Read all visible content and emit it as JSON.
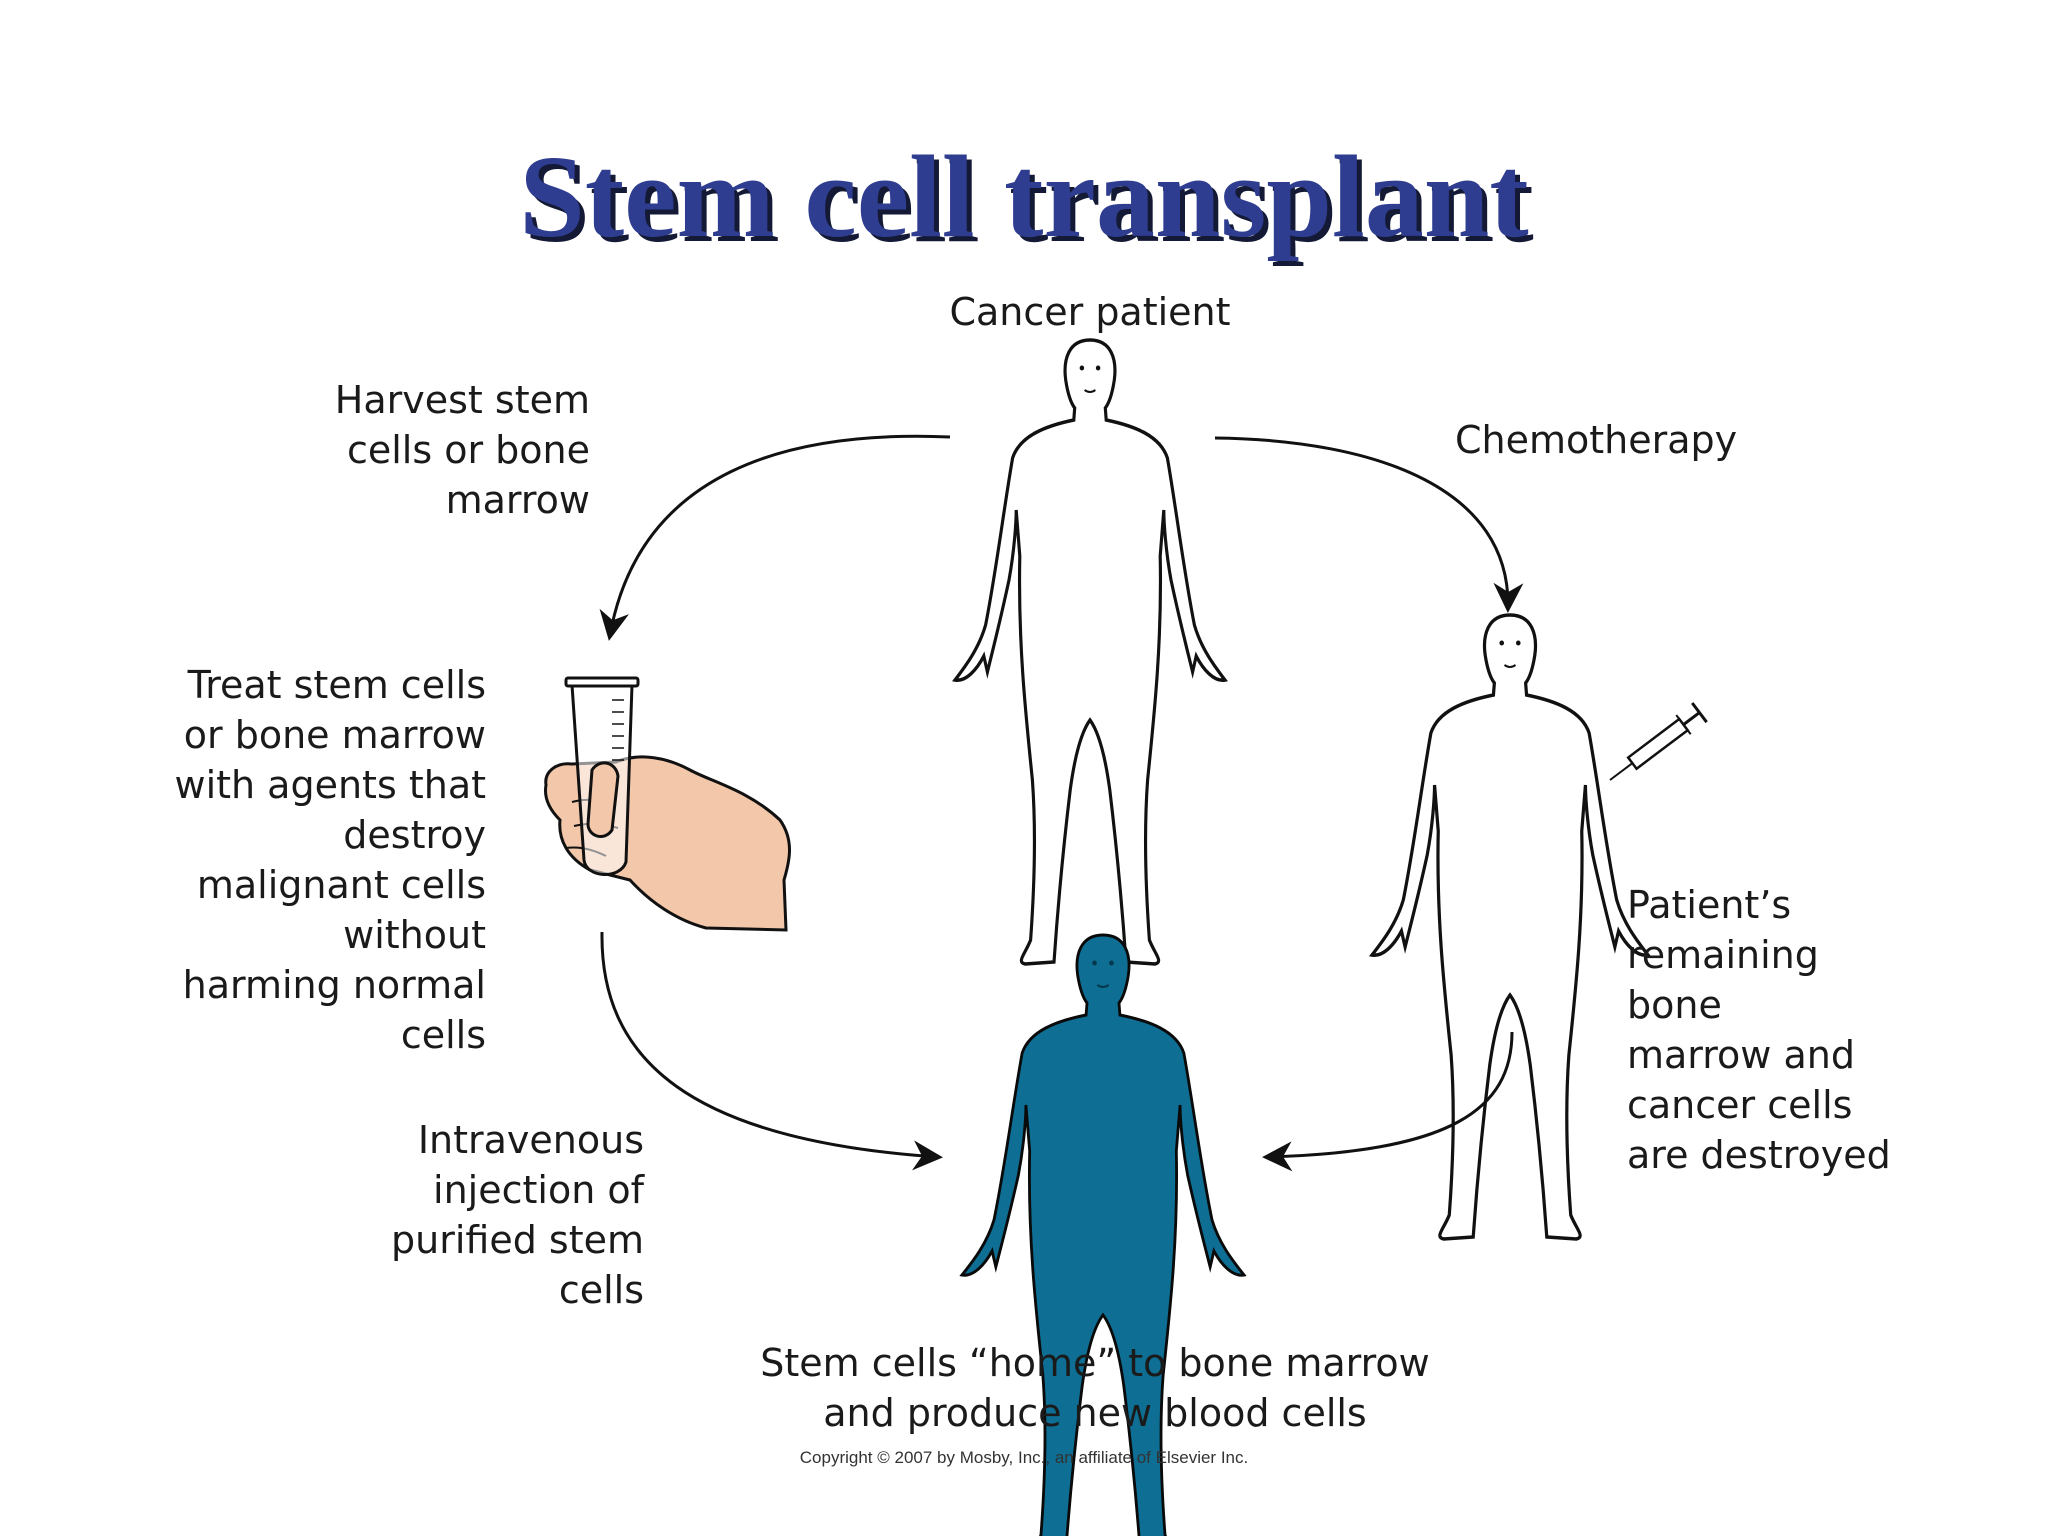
{
  "title": "Stem cell transplant",
  "labels": {
    "cancer_patient": "Cancer patient",
    "harvest": "Harvest stem\ncells or bone\nmarrow",
    "chemotherapy": "Chemotherapy",
    "treat": "Treat stem cells\nor bone marrow\nwith agents that\ndestroy\nmalignant cells\nwithout\nharming normal\ncells",
    "destroyed": "Patient’s\nremaining\nbone\nmarrow and\ncancer cells\nare destroyed",
    "intravenous": "Intravenous\ninjection of\npurified stem\ncells",
    "home": "Stem cells “home” to bone marrow\nand produce new blood cells"
  },
  "copyright": "Copyright © 2007 by Mosby, Inc., an affiliate of Elsevier Inc.",
  "colors": {
    "title": "#2e3d8f",
    "recipient_figure": "#0e6e93",
    "hand": "#f3c7aa"
  }
}
